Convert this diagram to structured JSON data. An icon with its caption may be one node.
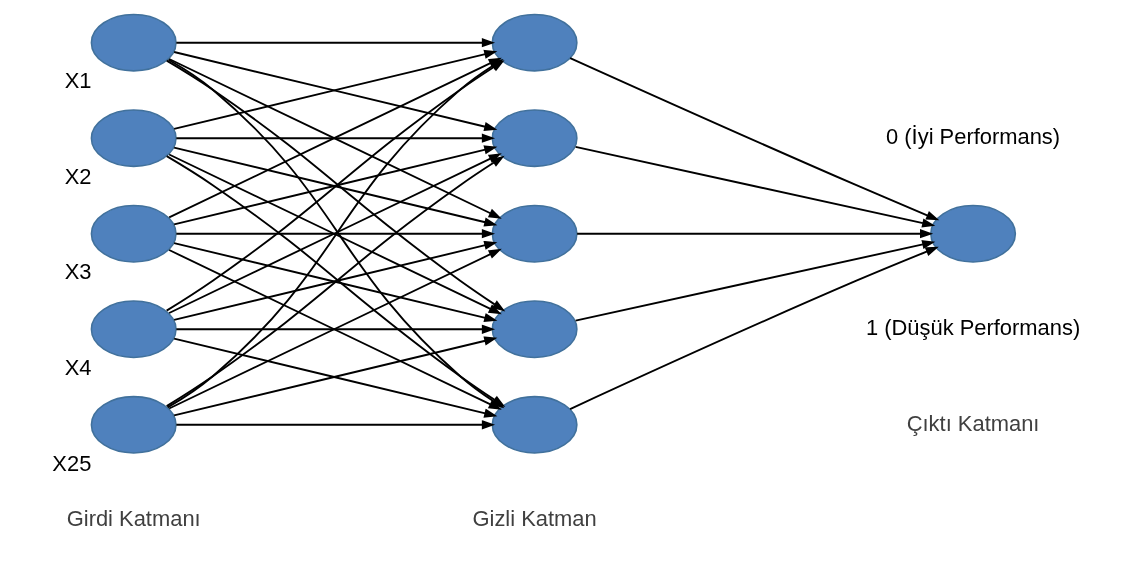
{
  "diagram": {
    "nodes": [
      {
        "text": [],
        "shape": "circle",
        "beside": [
          "X1"
        ]
      },
      {
        "text": [],
        "shape": "circle",
        "beside": [
          "X2"
        ]
      },
      {
        "text": [],
        "shape": "circle",
        "beside": [
          "X3"
        ]
      },
      {
        "text": [],
        "shape": "circle",
        "beside": [
          "X4"
        ]
      },
      {
        "text": [],
        "shape": "circle",
        "beside": [
          "X25"
        ]
      },
      {
        "text": [],
        "shape": "circle"
      },
      {
        "text": [],
        "shape": "circle"
      },
      {
        "text": [],
        "shape": "circle"
      },
      {
        "text": [],
        "shape": "circle"
      },
      {
        "text": [],
        "shape": "circle"
      },
      {
        "text": [],
        "shape": "circle",
        "beside": [
          "0 (İyi Performans)",
          "1 (Düşük Performans)"
        ]
      }
    ],
    "edges": [
      {
        "from": 0,
        "to": 5,
        "arrow": "to"
      },
      {
        "from": 0,
        "to": 6,
        "arrow": "to"
      },
      {
        "from": 0,
        "to": 7,
        "arrow": "to"
      },
      {
        "from": 0,
        "to": 8,
        "arrow": "to"
      },
      {
        "from": 0,
        "to": 9,
        "arrow": "to"
      },
      {
        "from": 1,
        "to": 5,
        "arrow": "to"
      },
      {
        "from": 1,
        "to": 6,
        "arrow": "to"
      },
      {
        "from": 1,
        "to": 7,
        "arrow": "to"
      },
      {
        "from": 1,
        "to": 8,
        "arrow": "to"
      },
      {
        "from": 1,
        "to": 9,
        "arrow": "to"
      },
      {
        "from": 2,
        "to": 5,
        "arrow": "to"
      },
      {
        "from": 2,
        "to": 6,
        "arrow": "to"
      },
      {
        "from": 2,
        "to": 7,
        "arrow": "to"
      },
      {
        "from": 2,
        "to": 8,
        "arrow": "to"
      },
      {
        "from": 2,
        "to": 9,
        "arrow": "to"
      },
      {
        "from": 3,
        "to": 5,
        "arrow": "to"
      },
      {
        "from": 3,
        "to": 6,
        "arrow": "to"
      },
      {
        "from": 3,
        "to": 7,
        "arrow": "to"
      },
      {
        "from": 3,
        "to": 8,
        "arrow": "to"
      },
      {
        "from": 3,
        "to": 9,
        "arrow": "to"
      },
      {
        "from": 4,
        "to": 5,
        "arrow": "to"
      },
      {
        "from": 4,
        "to": 6,
        "arrow": "to"
      },
      {
        "from": 4,
        "to": 7,
        "arrow": "to"
      },
      {
        "from": 4,
        "to": 8,
        "arrow": "to"
      },
      {
        "from": 4,
        "to": 9,
        "arrow": "to"
      },
      {
        "from": 5,
        "to": 10,
        "arrow": "to"
      },
      {
        "from": 6,
        "to": 10,
        "arrow": "to"
      },
      {
        "from": 7,
        "to": 10,
        "arrow": "to"
      },
      {
        "from": 8,
        "to": 10,
        "arrow": "to"
      },
      {
        "from": 9,
        "to": 10,
        "arrow": "to"
      }
    ],
    "labels": [
      "Girdi Katmanı",
      "Gizli Katman",
      "Çıktı Katmanı"
    ]
  }
}
